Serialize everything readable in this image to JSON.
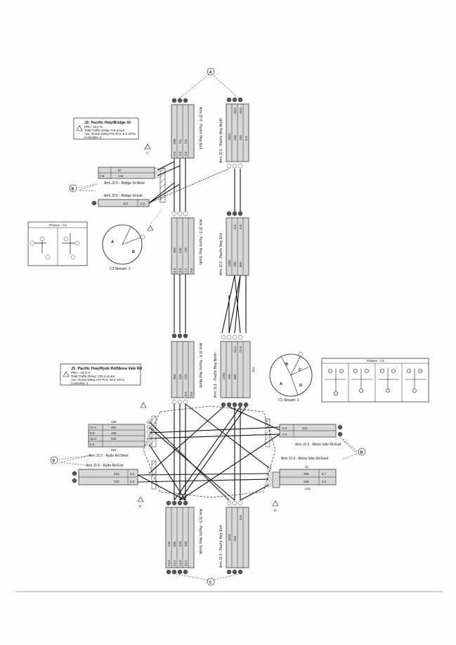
{
  "arms": {
    "j2_4": "Arm J2:4 - Pacific Hwy Exit",
    "j2_1": "Arm J2:1 - Pacific Hwy North",
    "j2_3": "Arm J2:3 - Pacific Hwy South",
    "j2_2": "Arm J2:2 - Pacific Hwy Exit",
    "j2_5": "Arm J2:5 - Bridge St West",
    "j2_6": "Arm J2:6 - Bridge St Exit",
    "j1_8": "Arm J1:8 - Pacific Hwy North",
    "j1_1": "Arm J1:1 - Pacific Hwy North",
    "j1_7": "Arm J1:7 - Ryde Rd West",
    "j1_6": "Arm J1:6 - Ryde Rd Exit",
    "j1_3": "Arm J1:3 - Mona Vale Rd Exit",
    "j1_4": "Arm J1:4 - Mona Vale Rd East",
    "j1_5": "Arm J1:5 - Pacific Hwy South",
    "j1_2": "Arm J1:2 - Pacific Hwy Exit"
  },
  "junctions": {
    "j2": {
      "title": "J2: Pacific Hwy/Bridge St",
      "l1": "PRC: 10.2 %",
      "l2": "Total Traffic Delay: 9.6 pcuHr",
      "l3": "Ave. Route Delay Per Pcu: 6.2 s/Pcu",
      "l4": "Controller: 2"
    },
    "j1": {
      "title": "J1: Pacific Hwy/Ryde Rd/Mona Vale Rd",
      "l1": "PRC: -18.3 %",
      "l2": "Total Traffic Delay: 109.4 pcuHr",
      "l3": "Ave. Route Delay Per Pcu: 24.4 s/Pcu",
      "l4": "Controller: 1"
    }
  },
  "streams": {
    "c2": "C2 Stream: 1",
    "c1": "C1 Stream: 1"
  },
  "phases": {
    "p2": "Phases - C2",
    "p1": "Phases - C1"
  },
  "markers": {
    "a": "A",
    "b": "B",
    "c": "C",
    "d": "D",
    "c2_b": "B",
    "c2_a": "A",
    "c1_a": "A",
    "c1_b": "B",
    "c1_c": "C",
    "c1_d": "D"
  },
  "values": {
    "j24_a": "990",
    "j24_b": "711",
    "j24_c": "711",
    "j24_d": "0.0",
    "j24_e": "0.0",
    "j24_f": "0.0",
    "j21_a": "1842",
    "j21_b": "765",
    "j21_c": "765",
    "j21_d": "0.0",
    "j21_e": "98.0",
    "j21_f": "56.0",
    "j25_a": "87",
    "j25_b": "141",
    "j25_c": "2.8",
    "j26_a": "407",
    "j26_b": "0.0",
    "j23_a": "354",
    "j23_b": "626",
    "j23_c": "720",
    "j23_d": "0.0",
    "j23_e": "0.0",
    "j23_f": "2.2",
    "j23_g": "5.3",
    "j22_a": "1282",
    "j22_b": "780",
    "j22_c": "800",
    "j22_d": "0.0",
    "j22_e": "0.0",
    "j18_a": "354",
    "j18_b": "626",
    "j18_c": "720",
    "j18_d": "0.0",
    "j18_e": "0.0",
    "j11_a": "1281",
    "j11_b": "765",
    "j11_c": "800",
    "j11_d": "72.8",
    "j11_e": "19.3",
    "j11_f": "101",
    "j17_a": "338",
    "j17_b": "481",
    "j17_c": "165",
    "j17_d": "529",
    "j17_e": "292",
    "j17_f": "72.4",
    "j17_g": "8.5",
    "j17_h": "12.8",
    "j17_i": "0.3",
    "j16_a": "251",
    "j16_b": "703",
    "j16_c": "0.0",
    "j16_d": "0.0",
    "j13_a": "102",
    "j13_b": "0.0",
    "j13_c": "0.0",
    "j14_a": "40",
    "j14_b": "199",
    "j14_c": "348",
    "j14_d": "225",
    "j14_e": "8.7",
    "j14_f": "0.0",
    "j15_a": "134",
    "j15_b": "560",
    "j15_c": "420",
    "j15_d": "260",
    "j15_e": "14.6",
    "j15_f": "14.4",
    "j15_g": "14.0",
    "j15_h": "22.6",
    "j12_a": "1022",
    "j12_b": "516",
    "j12_c": "0.0"
  }
}
